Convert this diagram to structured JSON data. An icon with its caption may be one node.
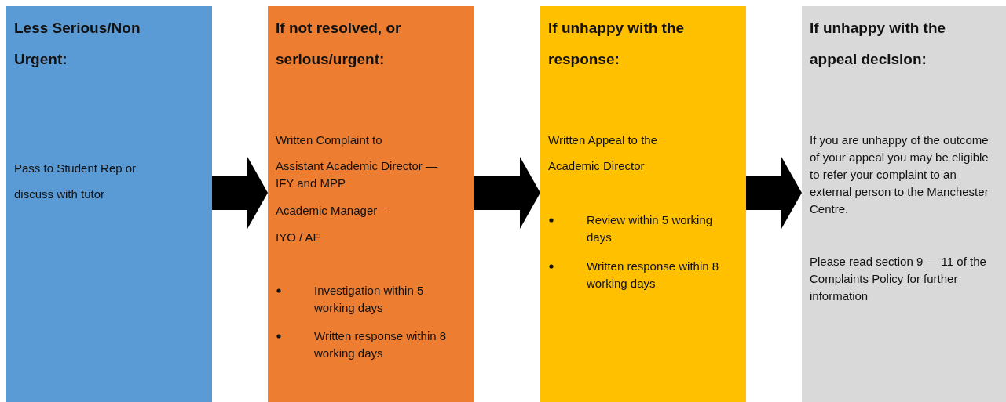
{
  "diagram": {
    "nodes": [
      {
        "text": [
          "Less Serious/Non Urgent:",
          "Pass to Student Rep or discuss with tutor"
        ]
      },
      {
        "text": [
          "If not resolved, or serious/urgent:",
          "Written Complaint to",
          "Assistant Academic Director — IFY and MPP",
          "Academic Manager—",
          "IYO / AE",
          "Investigation within 5 working days",
          "Written response within 8 working days"
        ]
      },
      {
        "text": [
          "If unhappy with the response:",
          "Written Appeal to the",
          "Academic Director",
          "Review within 5 working days",
          "Written response within 8 working days"
        ]
      },
      {
        "text": [
          "If unhappy with the appeal decision:",
          "If you are unhappy of the outcome of your appeal you may be eligible to refer your complaint to an external person to the Manchester Centre.",
          "Please read section 9 — 11 of the Complaints Policy for further information"
        ]
      }
    ],
    "edges": [
      {
        "from": 0,
        "to": 1,
        "arrow": "to"
      },
      {
        "from": 1,
        "to": 2,
        "arrow": "to"
      },
      {
        "from": 2,
        "to": 3,
        "arrow": "to"
      }
    ]
  }
}
